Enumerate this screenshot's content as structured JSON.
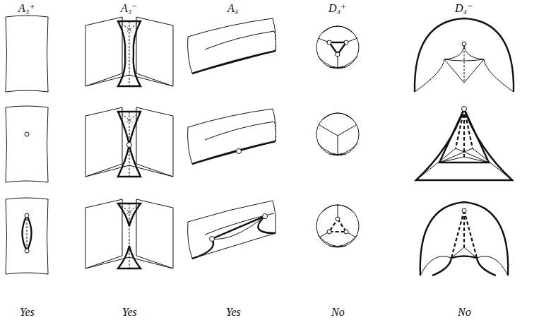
{
  "diagram": {
    "labels": [
      "A₃⁺",
      "A₃⁻",
      "A₄",
      "D₄⁺",
      "D₄⁻",
      "Yes",
      "Yes",
      "Yes",
      "No",
      "No"
    ]
  }
}
